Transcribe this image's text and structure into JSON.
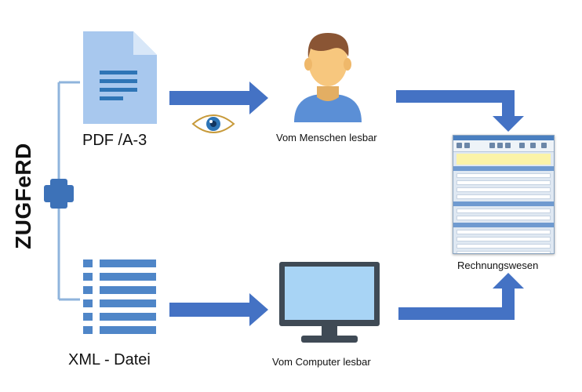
{
  "labels": {
    "pdf": "PDF /A-3",
    "human": "Vom Menschen lesbar",
    "computer": "Vom Computer lesbar",
    "xml": "XML - Datei",
    "accounting": "Rechnungswesen",
    "side": "ZUGFeRD"
  },
  "colors": {
    "arrow": "#4472c4",
    "document_light": "#a8c8ee",
    "document_lines": "#2e75b6",
    "person_skin": "#f7c77e",
    "person_hair": "#8a5534",
    "person_shirt": "#5b8fd6",
    "monitor_frame": "#3f4a55",
    "monitor_screen": "#a8d4f5",
    "bracket": "#8fb4dc",
    "eye_iris": "#2e75b6",
    "eye_outline": "#c79a3a"
  },
  "icons": [
    "document-icon",
    "person-icon",
    "eye-icon",
    "list-icon",
    "monitor-icon",
    "plus-icon",
    "window-icon"
  ]
}
